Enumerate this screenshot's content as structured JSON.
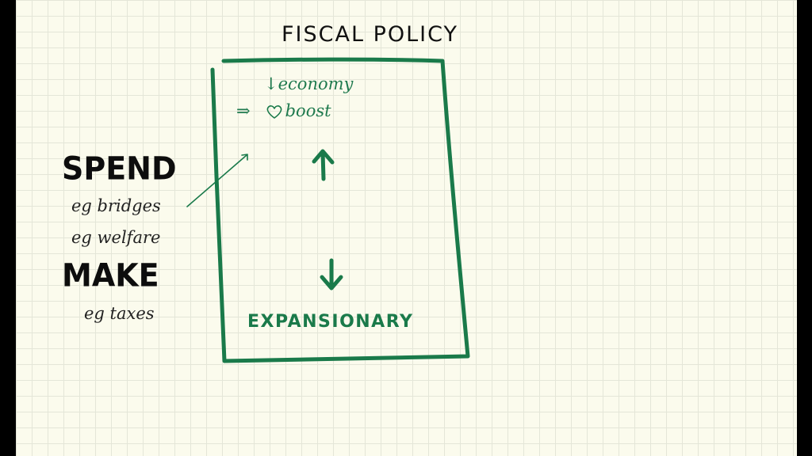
{
  "title": "FISCAL POLICY",
  "left_notes": {
    "spend_heading": "SPEND",
    "spend_examples": [
      "eg bridges",
      "eg welfare"
    ],
    "make_heading": "MAKE",
    "make_examples": [
      "eg taxes"
    ]
  },
  "box": {
    "line1_arrow": "↓",
    "line1_text": "economy",
    "line2_arrow": "⇒",
    "line2_text": "boost",
    "label": "EXPANSIONARY"
  },
  "colors": {
    "paper": "#fbfbed",
    "grid": "#e4e6d8",
    "ink_black": "#111111",
    "ink_green": "#1a7a4a"
  }
}
